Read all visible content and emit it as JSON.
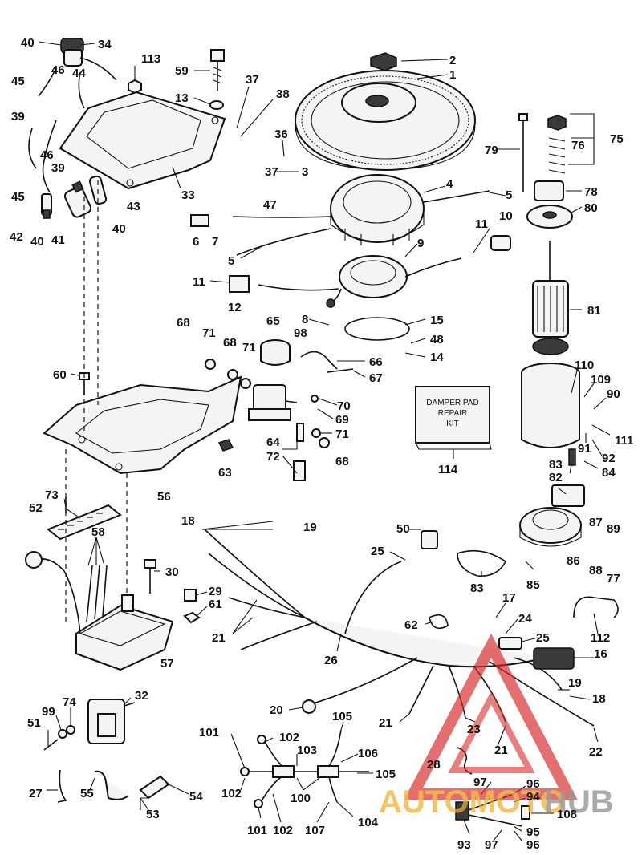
{
  "kit_box": {
    "line1": "DAMPER PAD",
    "line2": "REPAIR",
    "line3": "KIT"
  },
  "watermark": {
    "part1": "AUTOMOTO",
    "part2": "HUB",
    "color_red": "#d82a2a",
    "color_gold": "#f0b030",
    "color_gray": "#8a8a8a"
  },
  "callouts": [
    {
      "id": "40a",
      "text": "40"
    },
    {
      "id": "34",
      "text": "34"
    },
    {
      "id": "113",
      "text": "113"
    },
    {
      "id": "59",
      "text": "59"
    },
    {
      "id": "2",
      "text": "2"
    },
    {
      "id": "1",
      "text": "1"
    },
    {
      "id": "46a",
      "text": "46"
    },
    {
      "id": "44",
      "text": "44"
    },
    {
      "id": "45a",
      "text": "45"
    },
    {
      "id": "37a",
      "text": "37"
    },
    {
      "id": "13",
      "text": "13"
    },
    {
      "id": "38",
      "text": "38"
    },
    {
      "id": "39a",
      "text": "39"
    },
    {
      "id": "36",
      "text": "36"
    },
    {
      "id": "75",
      "text": "75"
    },
    {
      "id": "76",
      "text": "76"
    },
    {
      "id": "79",
      "text": "79"
    },
    {
      "id": "46b",
      "text": "46"
    },
    {
      "id": "37b",
      "text": "37"
    },
    {
      "id": "3",
      "text": "3"
    },
    {
      "id": "39b",
      "text": "39"
    },
    {
      "id": "45b",
      "text": "45"
    },
    {
      "id": "4",
      "text": "4"
    },
    {
      "id": "33",
      "text": "33"
    },
    {
      "id": "78",
      "text": "78"
    },
    {
      "id": "47",
      "text": "47"
    },
    {
      "id": "5a",
      "text": "5"
    },
    {
      "id": "43",
      "text": "43"
    },
    {
      "id": "80",
      "text": "80"
    },
    {
      "id": "10",
      "text": "10"
    },
    {
      "id": "42",
      "text": "42"
    },
    {
      "id": "40b",
      "text": "40"
    },
    {
      "id": "41",
      "text": "41"
    },
    {
      "id": "40c",
      "text": "40"
    },
    {
      "id": "6",
      "text": "6"
    },
    {
      "id": "7",
      "text": "7"
    },
    {
      "id": "11a",
      "text": "11"
    },
    {
      "id": "9",
      "text": "9"
    },
    {
      "id": "5b",
      "text": "5"
    },
    {
      "id": "11b",
      "text": "11"
    },
    {
      "id": "12",
      "text": "12"
    },
    {
      "id": "81",
      "text": "81"
    },
    {
      "id": "8",
      "text": "8"
    },
    {
      "id": "15",
      "text": "15"
    },
    {
      "id": "68a",
      "text": "68"
    },
    {
      "id": "65",
      "text": "65"
    },
    {
      "id": "98",
      "text": "98"
    },
    {
      "id": "48",
      "text": "48"
    },
    {
      "id": "71a",
      "text": "71"
    },
    {
      "id": "68b",
      "text": "68"
    },
    {
      "id": "71b",
      "text": "71"
    },
    {
      "id": "14",
      "text": "14"
    },
    {
      "id": "66",
      "text": "66"
    },
    {
      "id": "110",
      "text": "110"
    },
    {
      "id": "60",
      "text": "60"
    },
    {
      "id": "67",
      "text": "67"
    },
    {
      "id": "109",
      "text": "109"
    },
    {
      "id": "90",
      "text": "90"
    },
    {
      "id": "70",
      "text": "70"
    },
    {
      "id": "69",
      "text": "69"
    },
    {
      "id": "111",
      "text": "111"
    },
    {
      "id": "64",
      "text": "64"
    },
    {
      "id": "71c",
      "text": "71"
    },
    {
      "id": "91",
      "text": "91"
    },
    {
      "id": "92",
      "text": "92"
    },
    {
      "id": "72",
      "text": "72"
    },
    {
      "id": "68c",
      "text": "68"
    },
    {
      "id": "83a",
      "text": "83"
    },
    {
      "id": "84",
      "text": "84"
    },
    {
      "id": "114",
      "text": "114"
    },
    {
      "id": "63",
      "text": "63"
    },
    {
      "id": "82",
      "text": "82"
    },
    {
      "id": "56",
      "text": "56"
    },
    {
      "id": "73",
      "text": "73"
    },
    {
      "id": "52",
      "text": "52"
    },
    {
      "id": "18a",
      "text": "18"
    },
    {
      "id": "19a",
      "text": "19"
    },
    {
      "id": "58",
      "text": "58"
    },
    {
      "id": "50",
      "text": "50"
    },
    {
      "id": "87",
      "text": "87"
    },
    {
      "id": "89",
      "text": "89"
    },
    {
      "id": "25a",
      "text": "25"
    },
    {
      "id": "86",
      "text": "86"
    },
    {
      "id": "88",
      "text": "88"
    },
    {
      "id": "77",
      "text": "77"
    },
    {
      "id": "30",
      "text": "30"
    },
    {
      "id": "83b",
      "text": "83"
    },
    {
      "id": "85",
      "text": "85"
    },
    {
      "id": "29",
      "text": "29"
    },
    {
      "id": "61",
      "text": "61"
    },
    {
      "id": "17",
      "text": "17"
    },
    {
      "id": "62",
      "text": "62"
    },
    {
      "id": "24",
      "text": "24"
    },
    {
      "id": "112",
      "text": "112"
    },
    {
      "id": "21a",
      "text": "21"
    },
    {
      "id": "25b",
      "text": "25"
    },
    {
      "id": "57",
      "text": "57"
    },
    {
      "id": "26",
      "text": "26"
    },
    {
      "id": "16",
      "text": "16"
    },
    {
      "id": "32",
      "text": "32"
    },
    {
      "id": "19b",
      "text": "19"
    },
    {
      "id": "18b",
      "text": "18"
    },
    {
      "id": "20",
      "text": "20"
    },
    {
      "id": "74",
      "text": "74"
    },
    {
      "id": "99",
      "text": "99"
    },
    {
      "id": "51",
      "text": "51"
    },
    {
      "id": "21b",
      "text": "21"
    },
    {
      "id": "105a",
      "text": "105"
    },
    {
      "id": "23",
      "text": "23"
    },
    {
      "id": "101a",
      "text": "101"
    },
    {
      "id": "102a",
      "text": "102"
    },
    {
      "id": "103",
      "text": "103"
    },
    {
      "id": "106",
      "text": "106"
    },
    {
      "id": "21c",
      "text": "21"
    },
    {
      "id": "22",
      "text": "22"
    },
    {
      "id": "28",
      "text": "28"
    },
    {
      "id": "105b",
      "text": "105"
    },
    {
      "id": "27",
      "text": "27"
    },
    {
      "id": "55",
      "text": "55"
    },
    {
      "id": "54",
      "text": "54"
    },
    {
      "id": "102b",
      "text": "102"
    },
    {
      "id": "100",
      "text": "100"
    },
    {
      "id": "97a",
      "text": "97"
    },
    {
      "id": "96a",
      "text": "96"
    },
    {
      "id": "94",
      "text": "94"
    },
    {
      "id": "53",
      "text": "53"
    },
    {
      "id": "108",
      "text": "108"
    },
    {
      "id": "101b",
      "text": "101"
    },
    {
      "id": "102c",
      "text": "102"
    },
    {
      "id": "107",
      "text": "107"
    },
    {
      "id": "104",
      "text": "104"
    },
    {
      "id": "95",
      "text": "95"
    },
    {
      "id": "93",
      "text": "93"
    },
    {
      "id": "97b",
      "text": "97"
    },
    {
      "id": "96b",
      "text": "96"
    }
  ]
}
